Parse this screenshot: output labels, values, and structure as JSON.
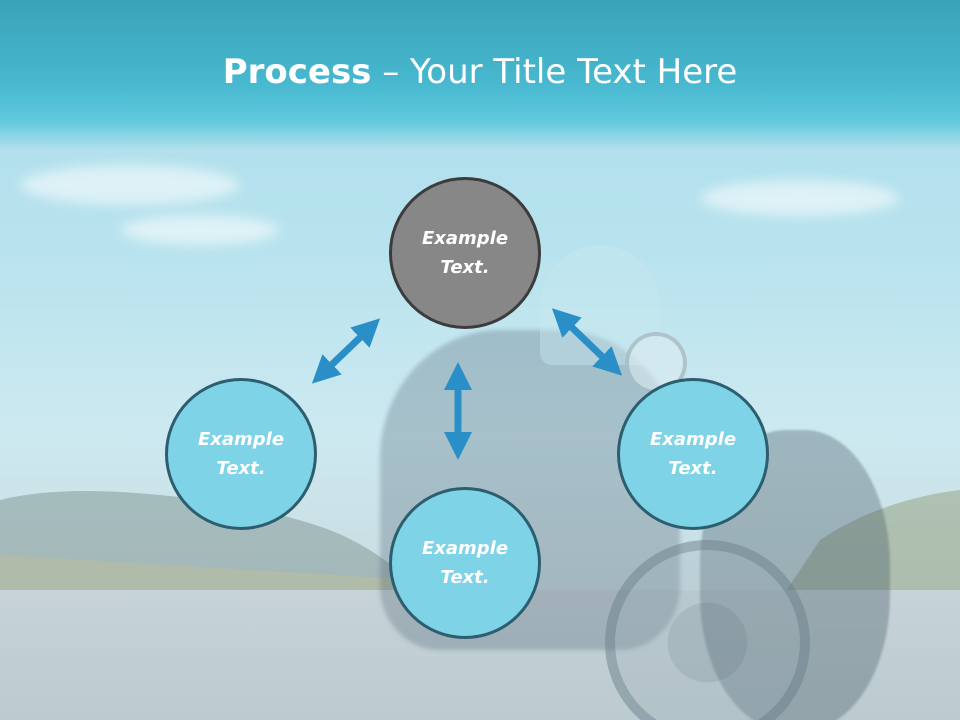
{
  "slide": {
    "title_bold": "Process",
    "title_rest": " – Your Title Text Here"
  },
  "diagram": {
    "nodes": [
      {
        "label": "Example Text.",
        "role": "center"
      },
      {
        "label": "Example Text.",
        "role": "left"
      },
      {
        "label": "Example Text.",
        "role": "bottom"
      },
      {
        "label": "Example Text.",
        "role": "right"
      }
    ]
  },
  "colors": {
    "title_band": "#47b8cf",
    "node_fill": "#7ed3e6",
    "center_node_fill": "#878787",
    "arrow": "#2b8fc7"
  },
  "icons": [
    "double-arrow-icon"
  ]
}
